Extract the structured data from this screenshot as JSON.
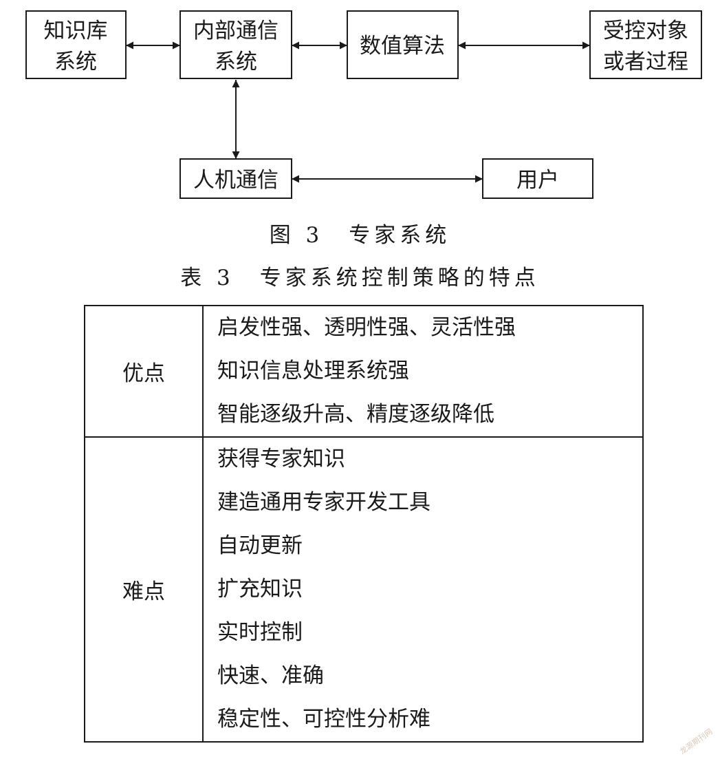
{
  "diagram": {
    "nodes": {
      "knowledge_base": [
        "知识库",
        "系统"
      ],
      "internal_comm": [
        "内部通信",
        "系统"
      ],
      "numeric_algo": [
        "数值算法"
      ],
      "controlled_object": [
        "受控对象",
        "或者过程"
      ],
      "hmi": [
        "人机通信"
      ],
      "user": [
        "用户"
      ]
    },
    "edges": [
      {
        "from": "knowledge_base",
        "to": "internal_comm",
        "direction": "both"
      },
      {
        "from": "internal_comm",
        "to": "numeric_algo",
        "direction": "both"
      },
      {
        "from": "numeric_algo",
        "to": "controlled_object",
        "direction": "both"
      },
      {
        "from": "internal_comm",
        "to": "hmi",
        "direction": "both"
      },
      {
        "from": "hmi",
        "to": "user",
        "direction": "both"
      }
    ]
  },
  "figure_caption": "图 3　专家系统",
  "table_caption": "表 3　专家系统控制策略的特点",
  "table": {
    "rows": [
      {
        "category": "优点",
        "items": [
          "启发性强、透明性强、灵活性强",
          "知识信息处理系统强",
          "智能逐级升高、精度逐级降低"
        ]
      },
      {
        "category": "难点",
        "items": [
          "获得专家知识",
          "建造通用专家开发工具",
          "自动更新",
          "扩充知识",
          "实时控制",
          "快速、准确",
          "稳定性、可控性分析难"
        ]
      }
    ]
  },
  "watermark": "龙源期刊网"
}
